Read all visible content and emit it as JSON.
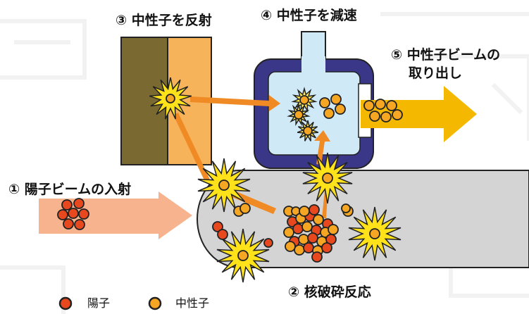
{
  "labels": {
    "step1": "① 陽子ビームの入射",
    "step2": "② 核破砕反応",
    "step3": "③ 中性子を反射",
    "step4": "④ 中性子を減速",
    "step5_line1": "⑤ 中性子ビームの",
    "step5_line2": "取り出し"
  },
  "legend": {
    "proton": "陽子",
    "neutron": "中性子"
  },
  "colors": {
    "proton": "#e8481e",
    "neutron": "#f5a623",
    "neutron_beam_arrow": "#f5b800",
    "proton_beam_arrow": "#f7b38e",
    "neutron_path_arrow": "#f08a24",
    "burst": "#ffe21a",
    "reflector_dark": "#7a6a32",
    "reflector_light": "#f6b35a",
    "moderator_frame": "#3a3688",
    "moderator_water": "#cfe9f7",
    "target_vessel": "#d4d4d4"
  }
}
